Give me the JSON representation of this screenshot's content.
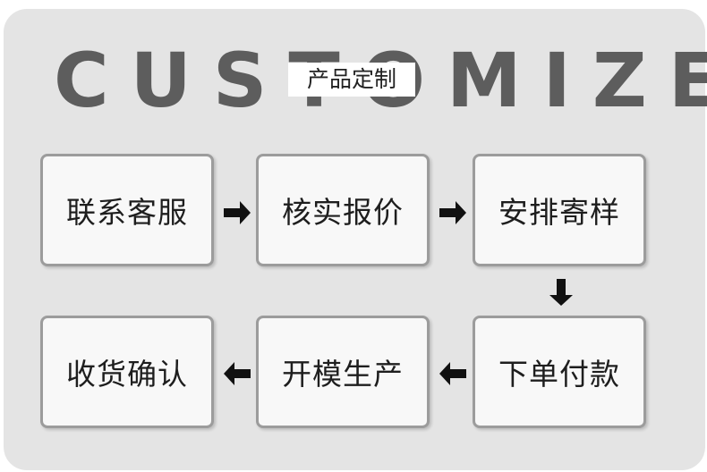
{
  "header": {
    "title": "CUSTOMIZE",
    "subtitle": "产品定制"
  },
  "steps": [
    {
      "label": "联系客服"
    },
    {
      "label": "核实报价"
    },
    {
      "label": "安排寄样"
    },
    {
      "label": "下单付款"
    },
    {
      "label": "开模生产"
    },
    {
      "label": "收货确认"
    }
  ],
  "icons": {
    "arrow_right": "arrow-right-icon",
    "arrow_down": "arrow-down-icon",
    "arrow_left": "arrow-left-icon"
  },
  "colors": {
    "panel": "#e4e4e4",
    "title": "#5d5d5d",
    "box_border": "#9c9c9c",
    "box_fill": "#f8f8f8",
    "arrow": "#111111"
  }
}
